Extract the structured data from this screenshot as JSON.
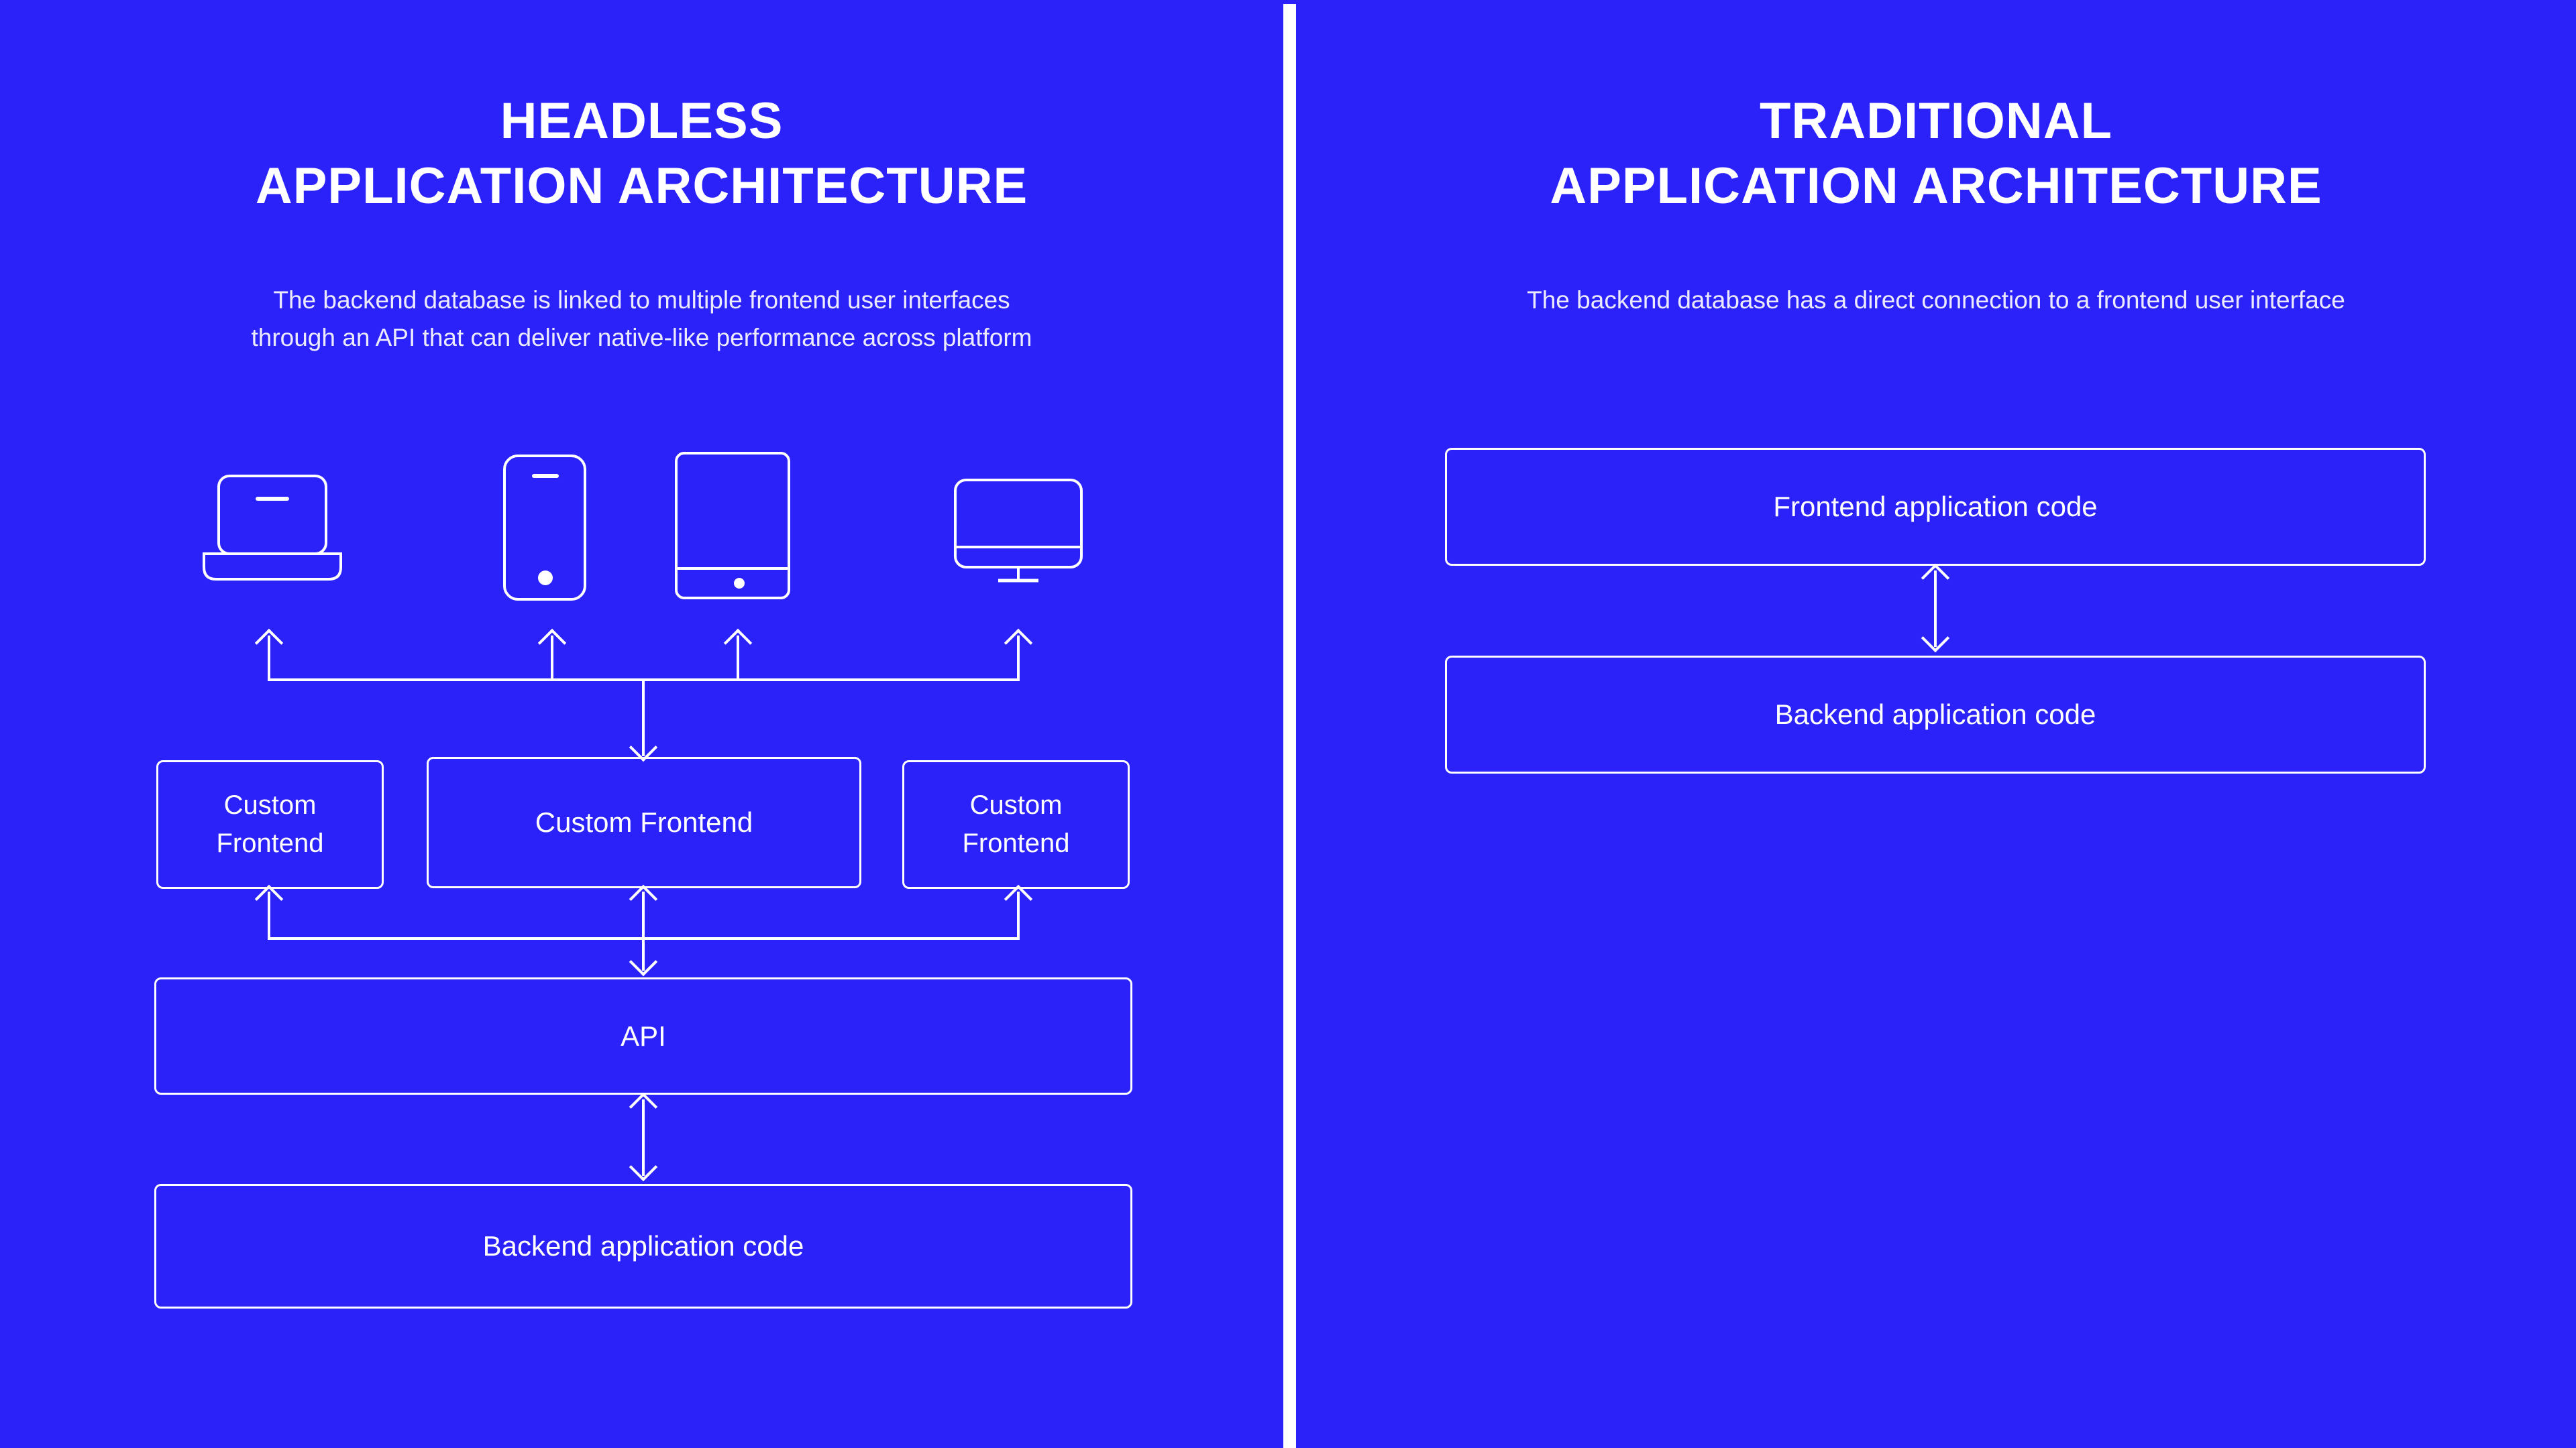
{
  "theme": {
    "background": "#2b22fa",
    "stroke": "#ffffff",
    "text": "#ffffff",
    "subtitle_text": "#eceaff"
  },
  "left_panel": {
    "title_line1": "HEADLESS",
    "title_line2": "APPLICATION ARCHITECTURE",
    "subtitle_line1": "The backend database is linked to multiple frontend user interfaces",
    "subtitle_line2": "through an API that can deliver native-like performance across platform",
    "devices": [
      {
        "name": "laptop-icon",
        "label": "laptop"
      },
      {
        "name": "smartphone-icon",
        "label": "smartphone"
      },
      {
        "name": "tablet-icon",
        "label": "tablet"
      },
      {
        "name": "desktop-monitor-icon",
        "label": "desktop monitor"
      }
    ],
    "frontend_left": "Custom\nFrontend",
    "frontend_left_l1": "Custom",
    "frontend_left_l2": "Frontend",
    "frontend_center": "Custom Frontend",
    "frontend_right_l1": "Custom",
    "frontend_right_l2": "Frontend",
    "api_box": "API",
    "backend_box": "Backend application code"
  },
  "right_panel": {
    "title_line1": "TRADITIONAL",
    "title_line2": "APPLICATION ARCHITECTURE",
    "subtitle_line1": "The backend database has a direct connection to a frontend user interface",
    "frontend_box": "Frontend application code",
    "backend_box": "Backend application code"
  }
}
